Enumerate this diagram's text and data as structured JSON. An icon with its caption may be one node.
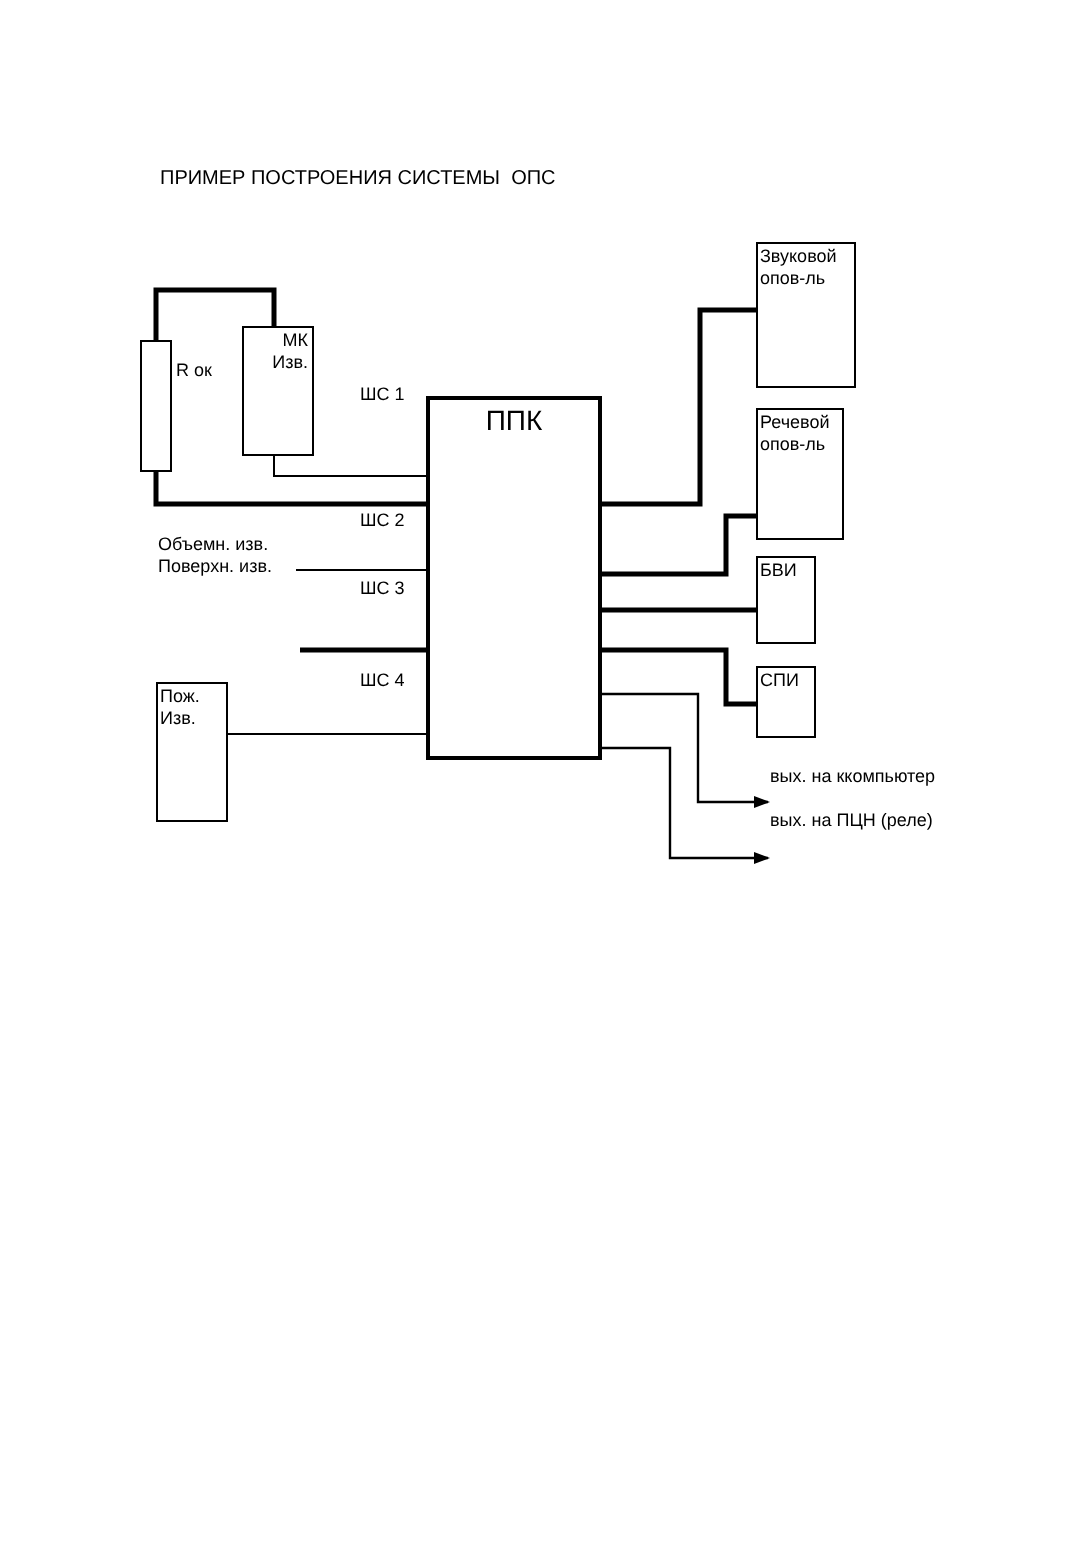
{
  "diagram": {
    "title": "ПРИМЕР ПОСТРОЕНИЯ СИСТЕМЫ  ОПС",
    "nodes": [
      {
        "text": [],
        "shape": "box",
        "beside": [
          "R ок"
        ]
      },
      {
        "text": [
          "МК Изв."
        ]
      },
      {
        "text": [
          "Объемн. изв. Поверхн. изв."
        ]
      },
      {
        "text": [
          "Пож. Изв."
        ]
      },
      {
        "text": [
          "ППК"
        ]
      },
      {
        "text": [
          "Звуковой опов-ль"
        ]
      },
      {
        "text": [
          "Речевой опов-ль"
        ]
      },
      {
        "text": [
          "БВИ"
        ]
      },
      {
        "text": [
          "СПИ"
        ]
      },
      {
        "text": [
          "вых. на ккомпьютер"
        ]
      },
      {
        "text": [
          "вых. на ПЦН (реле)"
        ]
      }
    ],
    "edges": [
      {
        "from": 0,
        "to": 1,
        "arrow": "none"
      },
      {
        "from": 1,
        "to": 4,
        "arrow": "none"
      },
      {
        "from": 0,
        "to": 4,
        "arrow": "none"
      },
      {
        "from": 2,
        "to": 4,
        "arrow": "none"
      },
      {
        "from": null,
        "to": 4,
        "arrow": "none"
      },
      {
        "from": 3,
        "to": 4,
        "arrow": "none"
      },
      {
        "from": 4,
        "to": 5,
        "arrow": "none"
      },
      {
        "from": 4,
        "to": 6,
        "arrow": "none"
      },
      {
        "from": 4,
        "to": 7,
        "arrow": "none"
      },
      {
        "from": 4,
        "to": 8,
        "arrow": "none"
      },
      {
        "from": 4,
        "to": 9,
        "arrow": "to"
      },
      {
        "from": 4,
        "to": 10,
        "arrow": "to"
      }
    ],
    "labels": [
      "ШС 1",
      "ШС 2",
      "ШС 3",
      "ШС 4"
    ]
  }
}
